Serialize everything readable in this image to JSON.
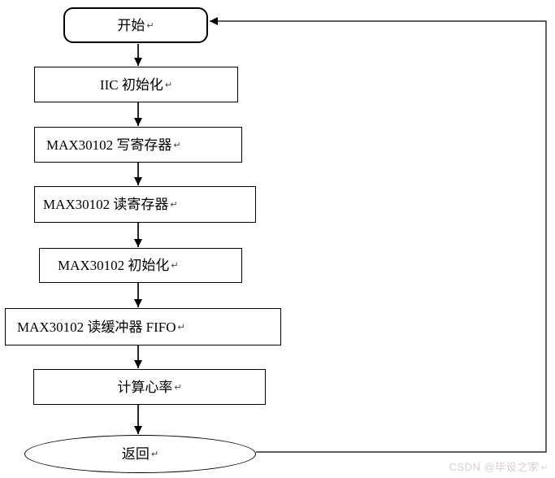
{
  "colors": {
    "background": "#ffffff",
    "line": "#000000",
    "node_border": "#000000",
    "watermark": "#d8d0d0"
  },
  "flowchart": {
    "paragraph_mark": "↵",
    "nodes": [
      {
        "id": "start",
        "shape": "rounded-rect",
        "label": "开始"
      },
      {
        "id": "iic-init",
        "shape": "rect",
        "label": "IIC 初始化"
      },
      {
        "id": "max30102-write-reg",
        "shape": "rect",
        "label": "MAX30102 写寄存器"
      },
      {
        "id": "max30102-read-reg",
        "shape": "rect",
        "label": "MAX30102 读寄存器"
      },
      {
        "id": "max30102-init",
        "shape": "rect",
        "label": "MAX30102 初始化"
      },
      {
        "id": "max30102-read-fifo",
        "shape": "rect",
        "label": "MAX30102 读缓冲器 FIFO"
      },
      {
        "id": "calc-heart-rate",
        "shape": "rect",
        "label": "计算心率"
      },
      {
        "id": "return",
        "shape": "ellipse",
        "label": "返回"
      }
    ],
    "edges": [
      {
        "from": "start",
        "to": "iic-init"
      },
      {
        "from": "iic-init",
        "to": "max30102-write-reg"
      },
      {
        "from": "max30102-write-reg",
        "to": "max30102-read-reg"
      },
      {
        "from": "max30102-read-reg",
        "to": "max30102-init"
      },
      {
        "from": "max30102-init",
        "to": "max30102-read-fifo"
      },
      {
        "from": "max30102-read-fifo",
        "to": "calc-heart-rate"
      },
      {
        "from": "calc-heart-rate",
        "to": "return"
      },
      {
        "from": "return",
        "to": "start",
        "style": "loop-right"
      }
    ]
  },
  "watermark": {
    "text": "CSDN @毕设之家"
  }
}
